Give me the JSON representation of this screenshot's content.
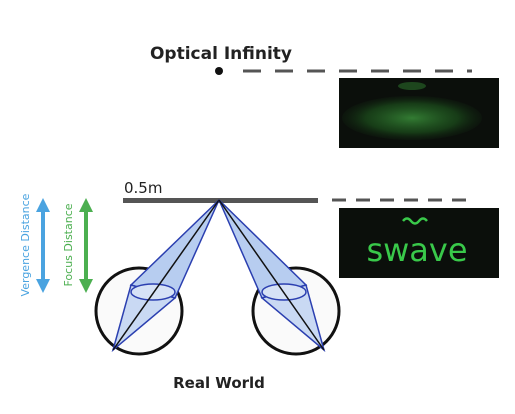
{
  "labels": {
    "optical_infinity": "Optical Infinity",
    "half_meter": "0.5m",
    "vergence_distance": "Vergence Distance",
    "focus_distance": "Focus Distance",
    "real_world": "Real World",
    "brand_text": "swave"
  },
  "colors": {
    "vergence": "#4aa3e0",
    "focus": "#4caf50",
    "panel_bg": "#0b0f0b",
    "panel_glow": "#3a8f3a",
    "brand_green": "#39c94a",
    "cone_fill": "#b7cdf0",
    "cone_stroke": "#2b3fb0"
  },
  "icons": {
    "vergence_arrow": "double-arrow-vertical",
    "focus_arrow": "double-arrow-vertical",
    "eye_left": "eye-circle",
    "eye_right": "eye-circle",
    "infinity_point": "dot"
  }
}
